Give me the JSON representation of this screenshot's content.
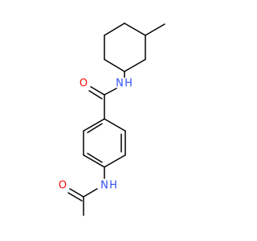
{
  "molecule": {
    "atoms": {
      "amide_o": {
        "symbol": "O",
        "color": "#ff0d0d"
      },
      "amide_n": {
        "symbol": "N",
        "color": "#3050f8"
      },
      "acetamido_o": {
        "symbol": "O",
        "color": "#ff0d0d"
      },
      "acetamido_n": {
        "symbol": "N",
        "color": "#3050f8"
      },
      "acetamido_h": {
        "symbol": "H",
        "color": "#3050f8"
      },
      "amide_h": {
        "symbol": "H",
        "color": "#3050f8"
      }
    },
    "bond_color": "#000000"
  }
}
